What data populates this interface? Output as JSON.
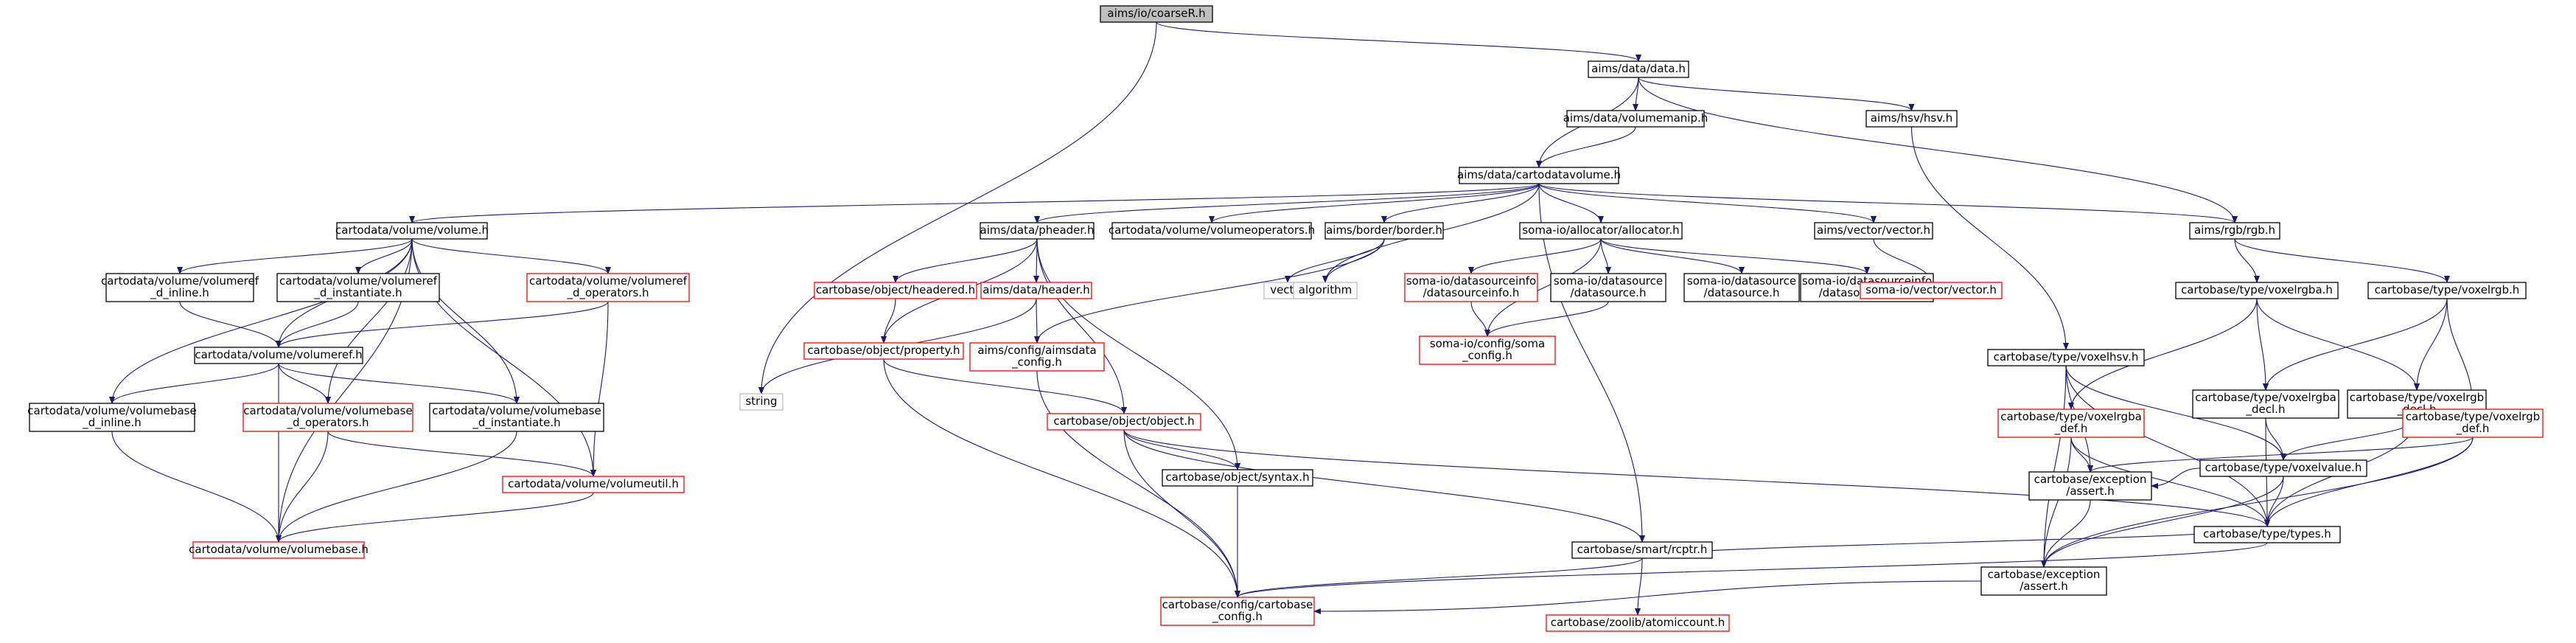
{
  "diagram": {
    "type": "include-dependency-graph",
    "nodes": [
      {
        "id": "coarseR",
        "lines": [
          "aims/io/coarseR.h"
        ],
        "style": "root"
      },
      {
        "id": "string",
        "lines": [
          "string"
        ],
        "style": "gray"
      },
      {
        "id": "data",
        "lines": [
          "aims/data/data.h"
        ],
        "style": "black"
      },
      {
        "id": "volumemanip",
        "lines": [
          "aims/data/volumemanip.h"
        ],
        "style": "black"
      },
      {
        "id": "hsv",
        "lines": [
          "aims/hsv/hsv.h"
        ],
        "style": "black"
      },
      {
        "id": "cartodatavolume",
        "lines": [
          "aims/data/cartodatavolume.h"
        ],
        "style": "black"
      },
      {
        "id": "volume",
        "lines": [
          "cartodata/volume/volume.h"
        ],
        "style": "black"
      },
      {
        "id": "pheader",
        "lines": [
          "aims/data/pheader.h"
        ],
        "style": "black"
      },
      {
        "id": "volumeoperators",
        "lines": [
          "cartodata/volume/volumeoperators.h"
        ],
        "style": "black"
      },
      {
        "id": "border",
        "lines": [
          "aims/border/border.h"
        ],
        "style": "black"
      },
      {
        "id": "allocator",
        "lines": [
          "soma-io/allocator/allocator.h"
        ],
        "style": "black"
      },
      {
        "id": "vectorh",
        "lines": [
          "aims/vector/vector.h"
        ],
        "style": "black"
      },
      {
        "id": "rgb",
        "lines": [
          "aims/rgb/rgb.h"
        ],
        "style": "black"
      },
      {
        "id": "volumeref_inline",
        "lines": [
          "cartodata/volume/volumeref",
          "_d_inline.h"
        ],
        "style": "black"
      },
      {
        "id": "volumeref_inst",
        "lines": [
          "cartodata/volume/volumeref",
          "_d_instantiate.h"
        ],
        "style": "black"
      },
      {
        "id": "volumeref_ops",
        "lines": [
          "cartodata/volume/volumeref",
          "_d_operators.h"
        ],
        "style": "red"
      },
      {
        "id": "volumeref",
        "lines": [
          "cartodata/volume/volumeref.h"
        ],
        "style": "black"
      },
      {
        "id": "vb_inline",
        "lines": [
          "cartodata/volume/volumebase",
          "_d_inline.h"
        ],
        "style": "black"
      },
      {
        "id": "vb_ops",
        "lines": [
          "cartodata/volume/volumebase",
          "_d_operators.h"
        ],
        "style": "red"
      },
      {
        "id": "vb_inst",
        "lines": [
          "cartodata/volume/volumebase",
          "_d_instantiate.h"
        ],
        "style": "black"
      },
      {
        "id": "volumeutil",
        "lines": [
          "cartodata/volume/volumeutil.h"
        ],
        "style": "red"
      },
      {
        "id": "volumebase",
        "lines": [
          "cartodata/volume/volumebase.h"
        ],
        "style": "red"
      },
      {
        "id": "headered",
        "lines": [
          "cartobase/object/headered.h"
        ],
        "style": "red"
      },
      {
        "id": "header",
        "lines": [
          "aims/data/header.h"
        ],
        "style": "red"
      },
      {
        "id": "property",
        "lines": [
          "cartobase/object/property.h"
        ],
        "style": "red"
      },
      {
        "id": "aimsdata_config",
        "lines": [
          "aims/config/aimsdata",
          "_config.h"
        ],
        "style": "red"
      },
      {
        "id": "object",
        "lines": [
          "cartobase/object/object.h"
        ],
        "style": "red"
      },
      {
        "id": "syntax",
        "lines": [
          "cartobase/object/syntax.h"
        ],
        "style": "black"
      },
      {
        "id": "rcptr",
        "lines": [
          "cartobase/smart/rcptr.h"
        ],
        "style": "black"
      },
      {
        "id": "cb_config",
        "lines": [
          "cartobase/config/cartobase",
          "_config.h"
        ],
        "style": "red"
      },
      {
        "id": "atomiccount",
        "lines": [
          "cartobase/zoolib/atomiccount.h"
        ],
        "style": "red"
      },
      {
        "id": "vector",
        "lines": [
          "vector"
        ],
        "style": "gray"
      },
      {
        "id": "algorithm",
        "lines": [
          "algorithm"
        ],
        "style": "gray"
      },
      {
        "id": "dsi_inner",
        "lines": [
          "soma-io/datasourceinfo",
          "/datasourceinfo.h"
        ],
        "style": "red"
      },
      {
        "id": "ds_inner",
        "lines": [
          "soma-io/datasource",
          "/datasource.h"
        ],
        "style": "black"
      },
      {
        "id": "ds_b",
        "lines": [
          "soma-io/datasource",
          "/datasource.h"
        ],
        "style": "black"
      },
      {
        "id": "dsi_b",
        "lines": [
          "soma-io/datasourceinfo",
          "/datasourceinfo.h"
        ],
        "style": "black"
      },
      {
        "id": "soma_config",
        "lines": [
          "soma-io/config/soma",
          "_config.h"
        ],
        "style": "red"
      },
      {
        "id": "somavector",
        "lines": [
          "soma-io/vector/vector.h"
        ],
        "style": "red"
      },
      {
        "id": "voxelrgba",
        "lines": [
          "cartobase/type/voxelrgba.h"
        ],
        "style": "black"
      },
      {
        "id": "voxelrgb",
        "lines": [
          "cartobase/type/voxelrgb.h"
        ],
        "style": "black"
      },
      {
        "id": "voxelhsv",
        "lines": [
          "cartobase/type/voxelhsv.h"
        ],
        "style": "black"
      },
      {
        "id": "voxelrgba_decl",
        "lines": [
          "cartobase/type/voxelrgba",
          "_decl.h"
        ],
        "style": "black"
      },
      {
        "id": "voxelrgb_decl",
        "lines": [
          "cartobase/type/voxelrgb",
          "_decl.h"
        ],
        "style": "black"
      },
      {
        "id": "voxelrgba_def",
        "lines": [
          "cartobase/type/voxelrgba",
          "_def.h"
        ],
        "style": "red"
      },
      {
        "id": "voxelvalue",
        "lines": [
          "cartobase/type/voxelvalue.h"
        ],
        "style": "black"
      },
      {
        "id": "voxelrgb_def",
        "lines": [
          "cartobase/type/voxelrgb",
          "_def.h"
        ],
        "style": "red"
      },
      {
        "id": "exc_assert_a",
        "lines": [
          "cartobase/exception",
          "/assert.h"
        ],
        "style": "black"
      },
      {
        "id": "types",
        "lines": [
          "cartobase/type/types.h"
        ],
        "style": "black"
      },
      {
        "id": "exc_assert_b",
        "lines": [
          "cartobase/exception",
          "/assert.h"
        ],
        "style": "black"
      }
    ],
    "edges": [
      [
        "coarseR",
        "string"
      ],
      [
        "coarseR",
        "data"
      ],
      [
        "data",
        "volumemanip"
      ],
      [
        "data",
        "hsv"
      ],
      [
        "data",
        "cartodatavolume"
      ],
      [
        "data",
        "rgb"
      ],
      [
        "volumemanip",
        "cartodatavolume"
      ],
      [
        "cartodatavolume",
        "volume"
      ],
      [
        "cartodatavolume",
        "pheader"
      ],
      [
        "cartodatavolume",
        "volumeoperators"
      ],
      [
        "cartodatavolume",
        "border"
      ],
      [
        "cartodatavolume",
        "algorithm"
      ],
      [
        "cartodatavolume",
        "allocator"
      ],
      [
        "cartodatavolume",
        "vectorh"
      ],
      [
        "cartodatavolume",
        "rgb"
      ],
      [
        "cartodatavolume",
        "rcptr"
      ],
      [
        "volume",
        "volumeref_inline"
      ],
      [
        "volume",
        "volumeref_inst"
      ],
      [
        "volume",
        "volumeref_ops"
      ],
      [
        "volume",
        "volumeref"
      ],
      [
        "volume",
        "vb_inline"
      ],
      [
        "volume",
        "vb_ops"
      ],
      [
        "volume",
        "vb_inst"
      ],
      [
        "volume",
        "volumeutil"
      ],
      [
        "volume",
        "volumebase"
      ],
      [
        "volumeref_inline",
        "volumeref"
      ],
      [
        "volumeref_inst",
        "volumeref"
      ],
      [
        "volumeref_ops",
        "volumeref"
      ],
      [
        "volumeref_ops",
        "volumeutil"
      ],
      [
        "volumeref",
        "vb_inline"
      ],
      [
        "volumeref",
        "vb_ops"
      ],
      [
        "volumeref",
        "vb_inst"
      ],
      [
        "volumeref",
        "volumebase"
      ],
      [
        "vb_inline",
        "volumebase"
      ],
      [
        "vb_ops",
        "volumebase"
      ],
      [
        "vb_ops",
        "volumeutil"
      ],
      [
        "vb_inst",
        "volumebase"
      ],
      [
        "volumeutil",
        "volumebase"
      ],
      [
        "pheader",
        "headered"
      ],
      [
        "pheader",
        "header"
      ],
      [
        "pheader",
        "property"
      ],
      [
        "pheader",
        "object"
      ],
      [
        "pheader",
        "syntax"
      ],
      [
        "headered",
        "property"
      ],
      [
        "header",
        "string"
      ],
      [
        "header",
        "aimsdata_config"
      ],
      [
        "property",
        "object"
      ],
      [
        "property",
        "cb_config"
      ],
      [
        "aimsdata_config",
        "cb_config"
      ],
      [
        "object",
        "syntax"
      ],
      [
        "object",
        "types"
      ],
      [
        "object",
        "rcptr"
      ],
      [
        "object",
        "cb_config"
      ],
      [
        "syntax",
        "cb_config"
      ],
      [
        "rcptr",
        "cb_config"
      ],
      [
        "rcptr",
        "atomiccount"
      ],
      [
        "border",
        "vector"
      ],
      [
        "border",
        "algorithm"
      ],
      [
        "border",
        "aimsdata_config"
      ],
      [
        "allocator",
        "dsi_inner"
      ],
      [
        "allocator",
        "ds_inner"
      ],
      [
        "allocator",
        "ds_b"
      ],
      [
        "allocator",
        "dsi_b"
      ],
      [
        "allocator",
        "soma_config"
      ],
      [
        "dsi_inner",
        "soma_config"
      ],
      [
        "ds_inner",
        "soma_config"
      ],
      [
        "vectorh",
        "somavector"
      ],
      [
        "hsv",
        "voxelhsv"
      ],
      [
        "rgb",
        "voxelrgba"
      ],
      [
        "rgb",
        "voxelrgb"
      ],
      [
        "voxelrgba",
        "voxelrgba_decl"
      ],
      [
        "voxelrgba",
        "voxelrgb_decl"
      ],
      [
        "voxelrgba",
        "voxelrgba_def"
      ],
      [
        "voxelrgb",
        "voxelrgba_decl"
      ],
      [
        "voxelrgb",
        "voxelrgb_decl"
      ],
      [
        "voxelrgb",
        "voxelrgb_def"
      ],
      [
        "voxelhsv",
        "voxelvalue"
      ],
      [
        "voxelhsv",
        "exc_assert_a"
      ],
      [
        "voxelhsv",
        "types"
      ],
      [
        "voxelhsv",
        "exc_assert_b"
      ],
      [
        "voxelrgba_decl",
        "voxelvalue"
      ],
      [
        "voxelrgba_decl",
        "types"
      ],
      [
        "voxelrgb_decl",
        "voxelvalue"
      ],
      [
        "voxelrgb_decl",
        "types"
      ],
      [
        "voxelrgba_def",
        "exc_assert_a"
      ],
      [
        "voxelrgba_def",
        "types"
      ],
      [
        "voxelrgba_def",
        "exc_assert_b"
      ],
      [
        "voxelrgb_def",
        "exc_assert_a"
      ],
      [
        "voxelrgb_def",
        "types"
      ],
      [
        "voxelrgb_def",
        "exc_assert_b"
      ],
      [
        "voxelvalue",
        "exc_assert_a"
      ],
      [
        "voxelvalue",
        "types"
      ],
      [
        "voxelvalue",
        "exc_assert_b"
      ],
      [
        "exc_assert_a",
        "exc_assert_b"
      ],
      [
        "types",
        "rcptr"
      ],
      [
        "types",
        "cb_config"
      ],
      [
        "exc_assert_b",
        "cb_config"
      ]
    ]
  }
}
